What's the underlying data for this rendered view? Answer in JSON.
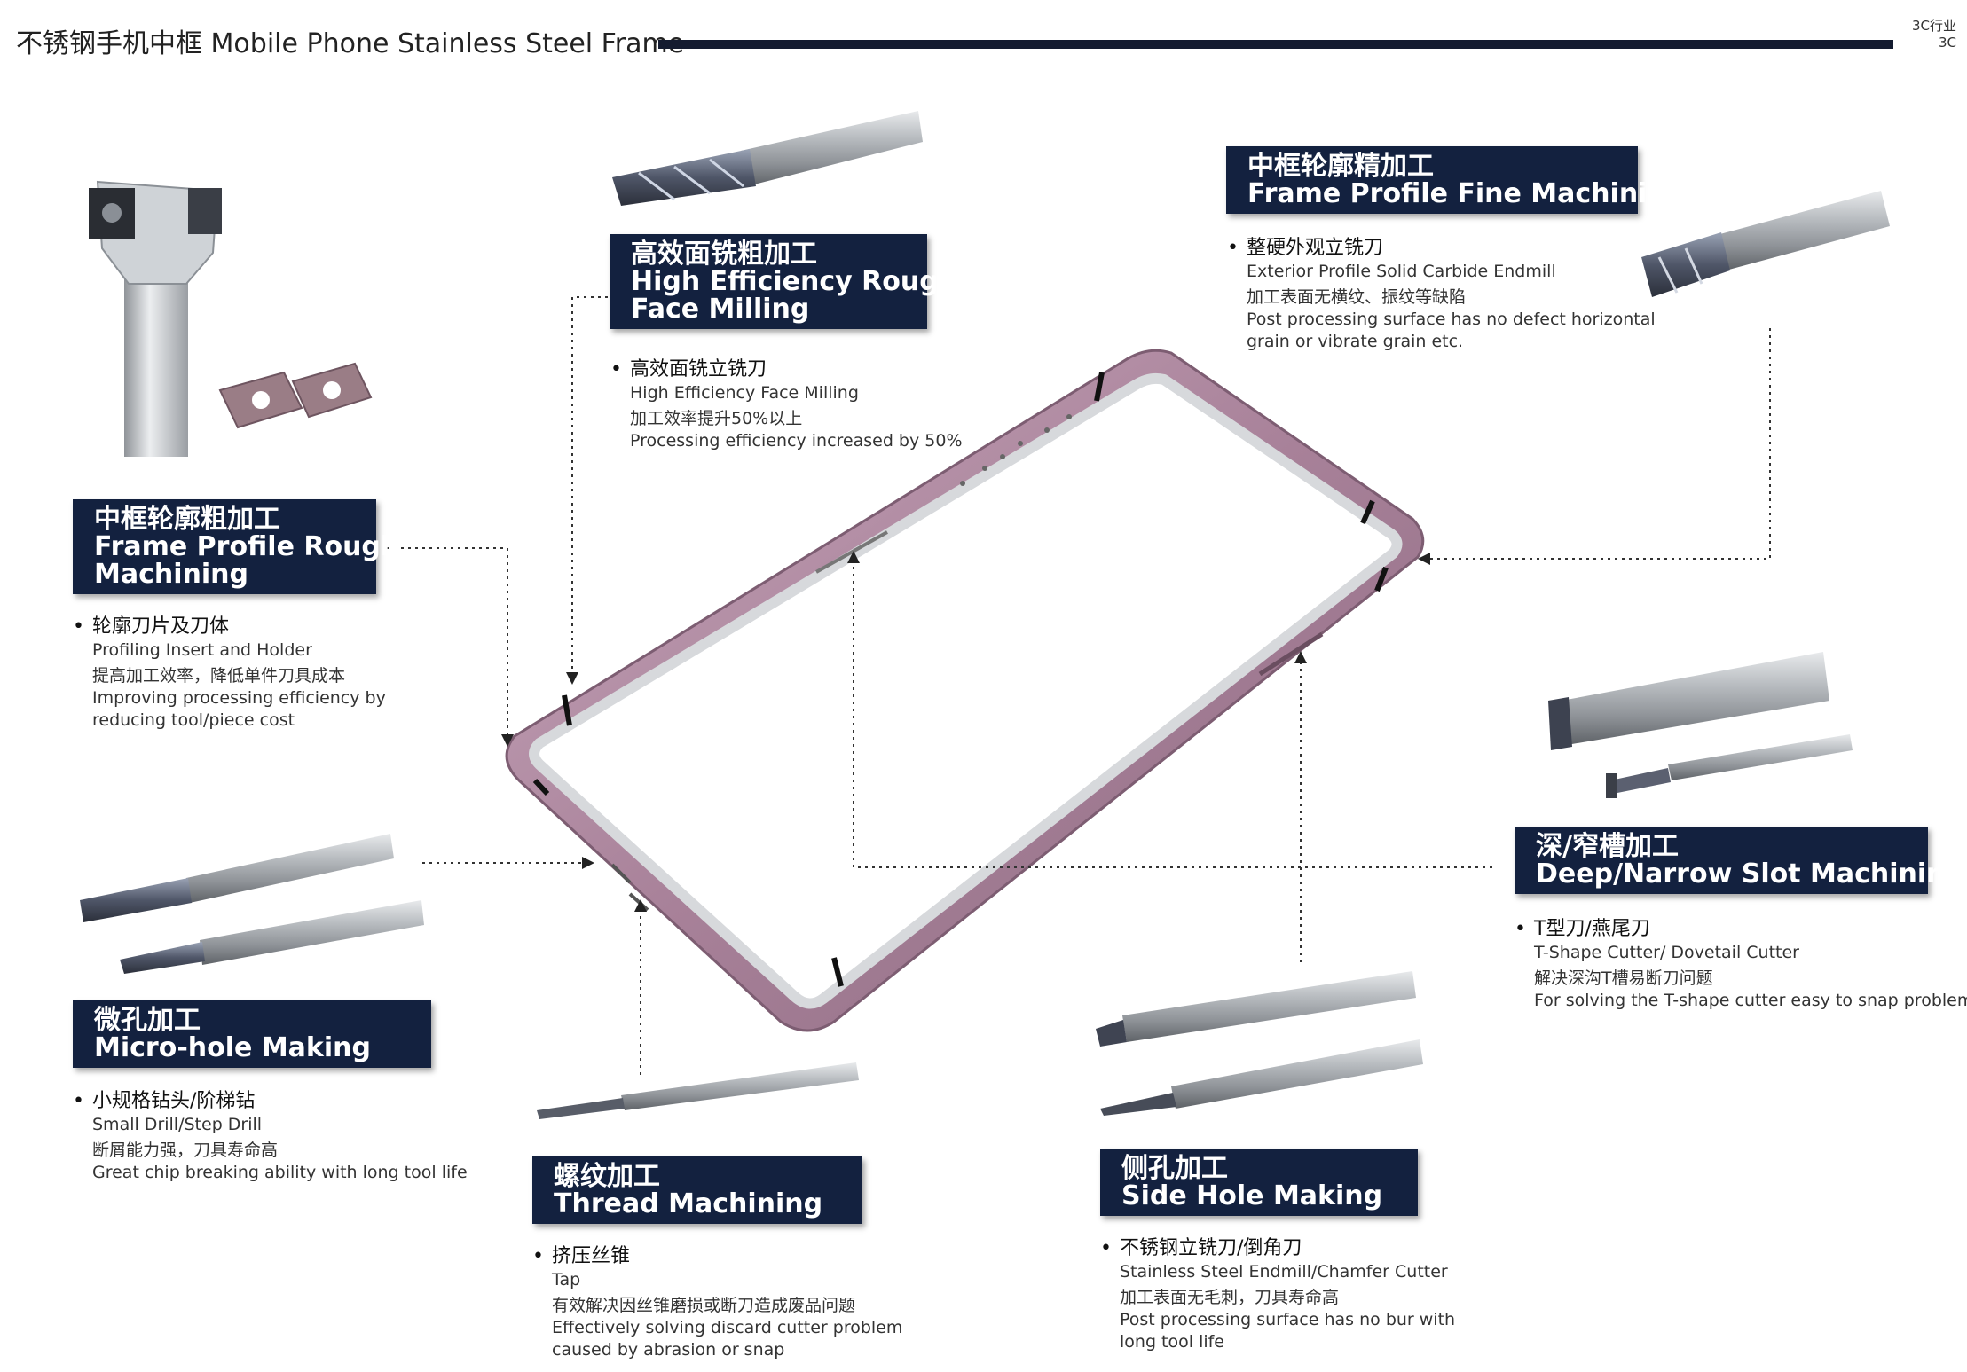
{
  "header": {
    "title": "不锈钢手机中框  Mobile Phone Stainless Steel Frame",
    "tag_zh": "3C行业",
    "tag_en": "3C"
  },
  "sections": {
    "rough_face": {
      "title_zh": "高效面铣粗加工",
      "title_en_1": "High Efficiency Rough",
      "title_en_2": "Face Milling",
      "item_zh": "高效面铣立铣刀",
      "item_en": "High Efficiency Face Milling",
      "note_zh": "加工效率提升50%以上",
      "note_en": "Processing efficiency increased by 50%"
    },
    "fine_profile": {
      "title_zh": "中框轮廓精加工",
      "title_en": "Frame Profile Fine Machining",
      "item_zh": "整硬外观立铣刀",
      "item_en": "Exterior Profile Solid Carbide Endmill",
      "note_zh": "加工表面无横纹、振纹等缺陷",
      "note_en_1": "Post processing surface has no defect horizontal",
      "note_en_2": "grain or vibrate grain etc."
    },
    "rough_profile": {
      "title_zh": "中框轮廓粗加工",
      "title_en_1": "Frame Profile Rough",
      "title_en_2": "Machining",
      "item_zh": "轮廓刀片及刀体",
      "item_en": "Profiling Insert and Holder",
      "note_zh": "提高加工效率，降低单件刀具成本",
      "note_en_1": "Improving processing efficiency by",
      "note_en_2": "reducing tool/piece cost"
    },
    "slot": {
      "title_zh": "深/窄槽加工",
      "title_en": "Deep/Narrow Slot Machining",
      "item_zh": "T型刀/燕尾刀",
      "item_en": "T-Shape Cutter/ Dovetail Cutter",
      "note_zh": "解决深沟T槽易断刀问题",
      "note_en": "For solving the T-shape cutter easy to snap problem"
    },
    "micro_hole": {
      "title_zh": "微孔加工",
      "title_en": "Micro-hole Making",
      "item_zh": "小规格钻头/阶梯钻",
      "item_en": "Small Drill/Step Drill",
      "note_zh": "断屑能力强，刀具寿命高",
      "note_en": "Great chip breaking ability with long tool life"
    },
    "thread": {
      "title_zh": "螺纹加工",
      "title_en": "Thread Machining",
      "item_zh": "挤压丝锥",
      "item_en": "Tap",
      "note_zh": "有效解决因丝锥磨损或断刀造成废品问题",
      "note_en_1": "Effectively solving discard cutter problem",
      "note_en_2": "caused by abrasion or snap"
    },
    "side_hole": {
      "title_zh": "侧孔加工",
      "title_en": "Side Hole Making",
      "item_zh": "不锈钢立铣刀/倒角刀",
      "item_en": "Stainless Steel Endmill/Chamfer Cutter",
      "note_zh": "加工表面无毛刺，刀具寿命高",
      "note_en_1": "Post processing surface has no bur with",
      "note_en_2": "long tool life"
    }
  }
}
